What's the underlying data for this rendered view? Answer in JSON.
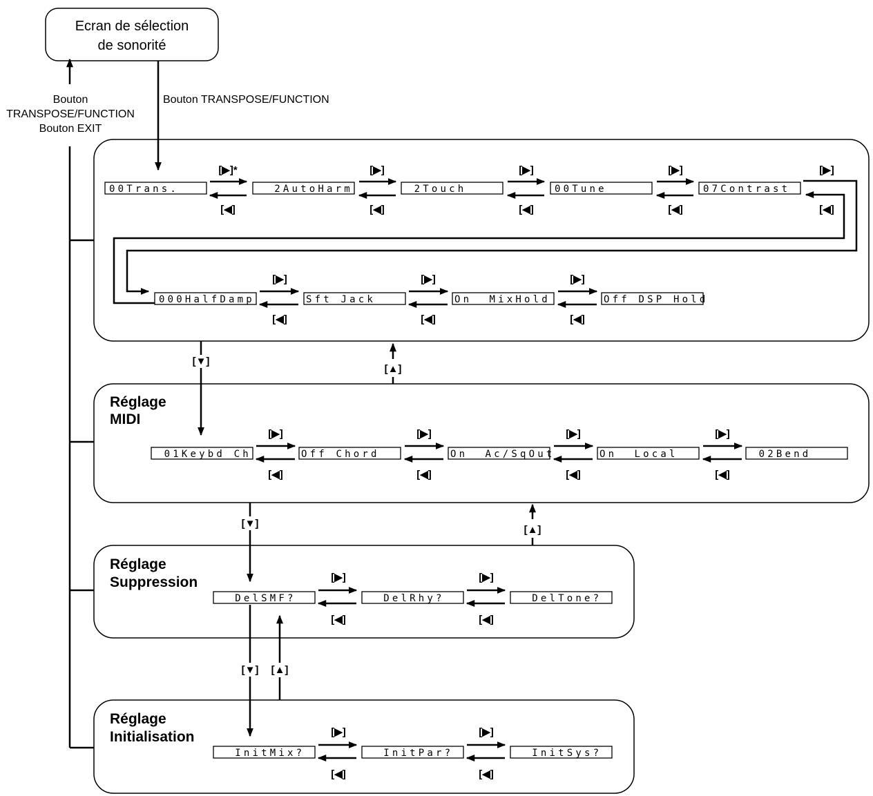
{
  "start_screen": {
    "line1": "Ecran de sélection",
    "line2": "de sonorité"
  },
  "enter_label": "Bouton TRANSPOSE/FUNCTION",
  "exit_label": {
    "line1": "Bouton",
    "line2": "TRANSPOSE/FUNCTION",
    "line3": "Bouton EXIT"
  },
  "nav": {
    "right": "[▶]",
    "right_star": "[▶]*",
    "left": "[◀]",
    "up": "[▲]",
    "down": "[▼]"
  },
  "sections": {
    "function": {
      "row1": [
        "00Trans.",
        "  2AutoHarm",
        " 2Touch",
        "00Tune",
        "07Contrast"
      ],
      "row2": [
        "000HalfDamp",
        "Sft Jack",
        "On  MixHold",
        "Off DSP Hold"
      ]
    },
    "midi": {
      "title_line1": "Réglage",
      "title_line2": "MIDI",
      "items": [
        " 01Keybd Ch",
        "Off Chord",
        "On  Ac/SqOut",
        "On  Local",
        " 02Bend"
      ]
    },
    "delete": {
      "title_line1": "Réglage",
      "title_line2": "Suppression",
      "items": [
        "  DelSMF?",
        "  DelRhy?",
        "  DelTone?"
      ]
    },
    "init": {
      "title_line1": "Réglage",
      "title_line2": "Initialisation",
      "items": [
        "  InitMix?",
        "  InitPar?",
        "  InitSys?"
      ]
    }
  }
}
